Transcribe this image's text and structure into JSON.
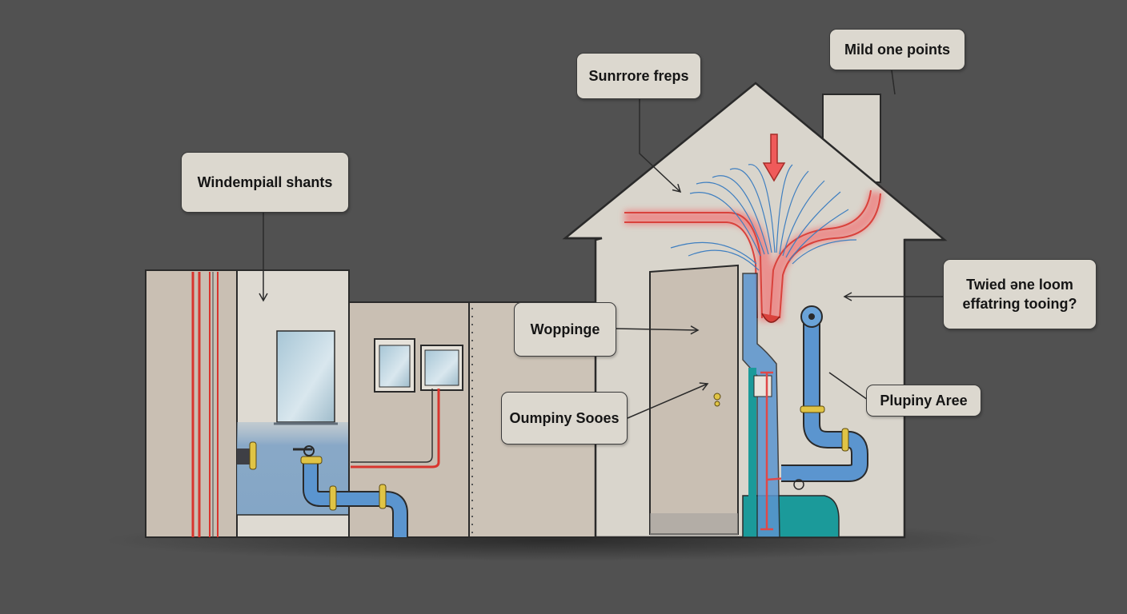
{
  "diagram": {
    "callouts": {
      "windempiall": {
        "text": "Windempiall shants"
      },
      "sunrrore": {
        "text": "Sunrrore freps"
      },
      "mild": {
        "text": "Mild one points"
      },
      "twied": {
        "line1": "Twied əne loom",
        "line2": "effatring tooing?"
      },
      "woppinge": {
        "text": "Woppinge"
      },
      "oumpiny": {
        "text": "Oumpiny Sooes"
      },
      "plupiny": {
        "text": "Plupiny Aree"
      }
    },
    "colors": {
      "background": "#515151",
      "wall": "#c9bfb3",
      "panel_light": "#dedad2",
      "house": "#d9d5cc",
      "water_pipe": "#5b95cf",
      "wire_red": "#d8352e",
      "heat_flow": "#ef6f6f",
      "air_flow": "#3f7fc0",
      "tank": "#1b9a9a",
      "brass": "#e0c445",
      "callout_bg": "#dcd8cf"
    }
  }
}
